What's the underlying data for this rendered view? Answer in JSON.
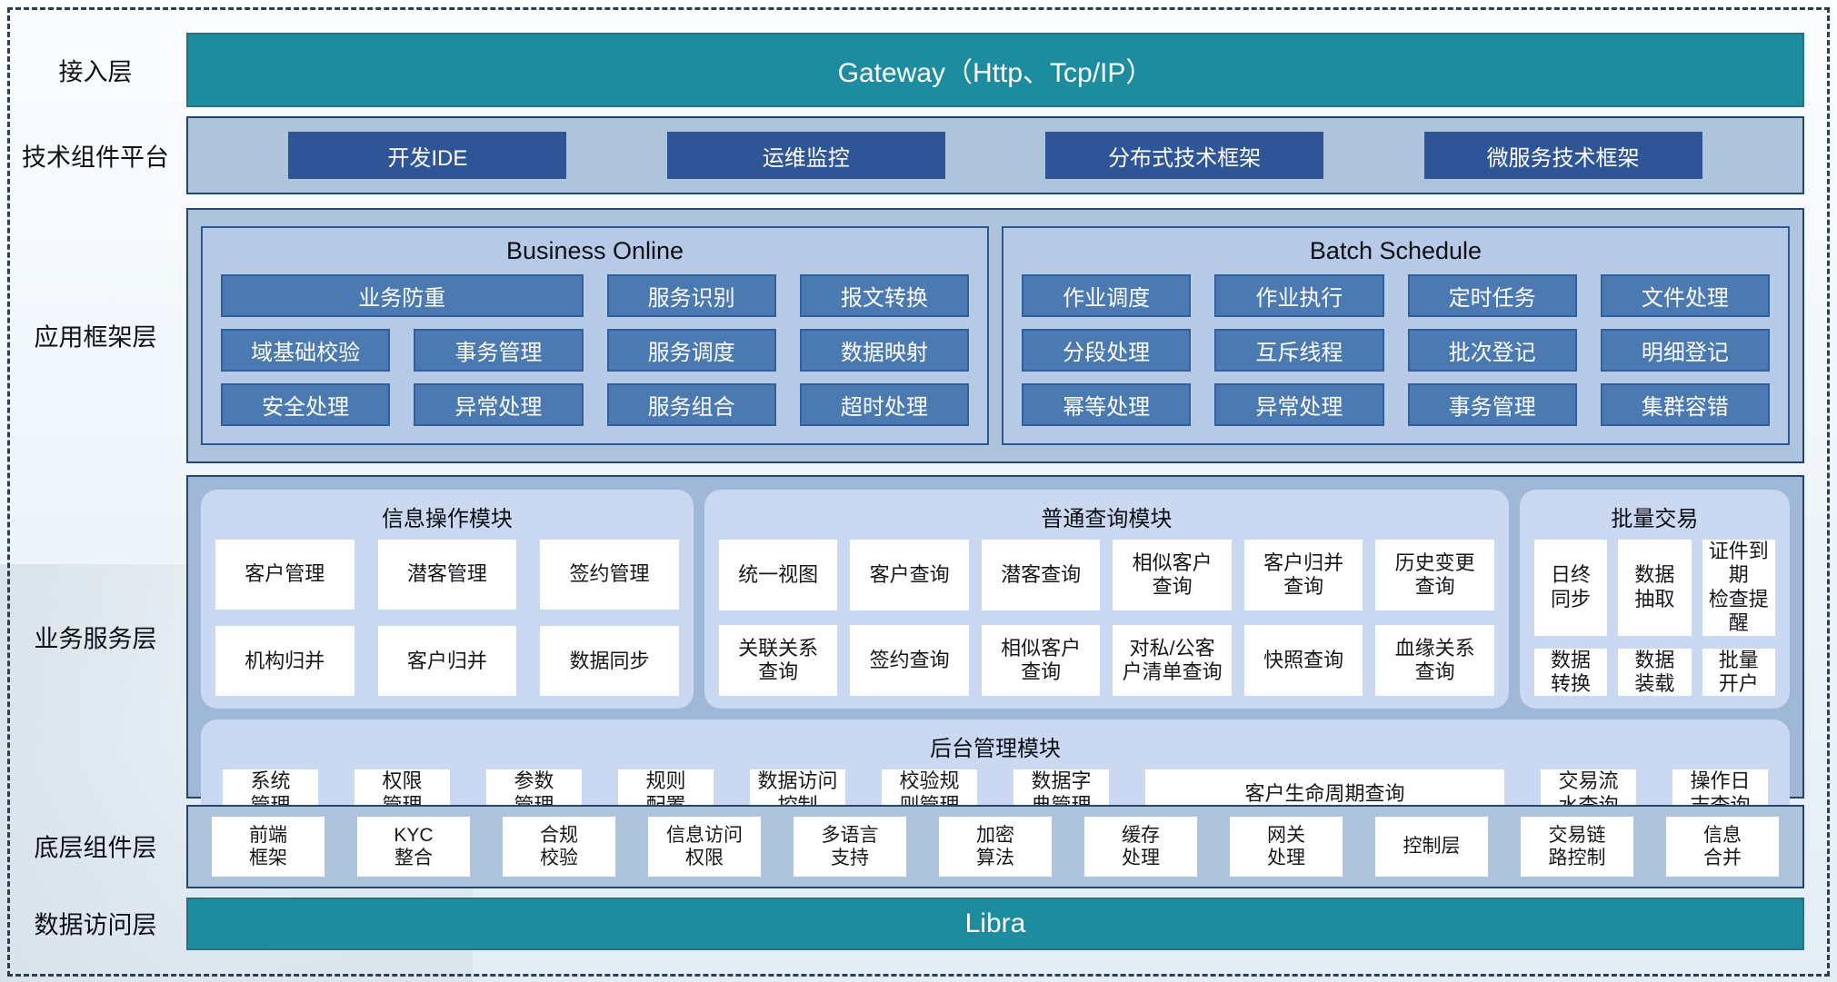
{
  "colors": {
    "teal_bar": "#1d8c9e",
    "navy_button": "#2f5597",
    "steel_button": "#4a7ab1",
    "container_fill": "#aec3dc",
    "section_fill": "#b6c9e7",
    "service_fill": "#9fb8d8",
    "panel_fill": "#cbd8f1",
    "dark_border": "#24466e",
    "card_fill": "#ffffff"
  },
  "layers": {
    "access": {
      "label": "接入层",
      "bar_label": "Gateway（Http、Tcp/IP）"
    },
    "tech_platform": {
      "label": "技术组件平台",
      "items": [
        "开发IDE",
        "运维监控",
        "分布式技术框架",
        "微服务技术框架"
      ]
    },
    "app_framework": {
      "label": "应用框架层",
      "business_online": {
        "title": "Business Online",
        "items": [
          {
            "label": "业务防重",
            "span": 2
          },
          "服务识别",
          "报文转换",
          "域基础校验",
          "事务管理",
          "服务调度",
          "数据映射",
          "安全处理",
          "异常处理",
          "服务组合",
          "超时处理"
        ]
      },
      "batch_schedule": {
        "title": "Batch Schedule",
        "items": [
          "作业调度",
          "作业执行",
          "定时任务",
          "文件处理",
          "分段处理",
          "互斥线程",
          "批次登记",
          "明细登记",
          "幂等处理",
          "异常处理",
          "事务管理",
          "集群容错"
        ]
      }
    },
    "business_service": {
      "label": "业务服务层",
      "info_ops": {
        "title": "信息操作模块",
        "items": [
          "客户管理",
          "潜客管理",
          "签约管理",
          "机构归并",
          "客户归并",
          "数据同步"
        ]
      },
      "query": {
        "title": "普通查询模块",
        "items": [
          "统一视图",
          "客户查询",
          "潜客查询",
          "相似客户\n查询",
          "客户归并\n查询",
          "历史变更\n查询",
          "关联关系\n查询",
          "签约查询",
          "相似客户\n查询",
          "对私/公客\n户清单查询",
          "快照查询",
          "血缘关系\n查询"
        ]
      },
      "batch_trade": {
        "title": "批量交易",
        "items": [
          "日终\n同步",
          "数据\n抽取",
          "证件到期\n检查提醒",
          "数据\n转换",
          "数据\n装载",
          "批量\n开户"
        ]
      },
      "admin": {
        "title": "后台管理模块",
        "items": [
          "系统\n管理",
          "权限\n管理",
          "参数\n管理",
          "规则\n配置",
          "数据访问\n控制",
          "校验规\n则管理",
          "数据字\n典管理",
          {
            "label": "客户生命周期查询",
            "span": 3
          },
          "交易流\n水查询",
          "操作日\n志查询"
        ]
      }
    },
    "base_components": {
      "label": "底层组件层",
      "items": [
        "前端\n框架",
        "KYC\n整合",
        "合规\n校验",
        "信息访问\n权限",
        "多语言\n支持",
        "加密\n算法",
        "缓存\n处理",
        "网关\n处理",
        "控制层",
        "交易链\n路控制",
        "信息\n合并"
      ]
    },
    "data_access": {
      "label": "数据访问层",
      "bar_label": "Libra"
    }
  }
}
